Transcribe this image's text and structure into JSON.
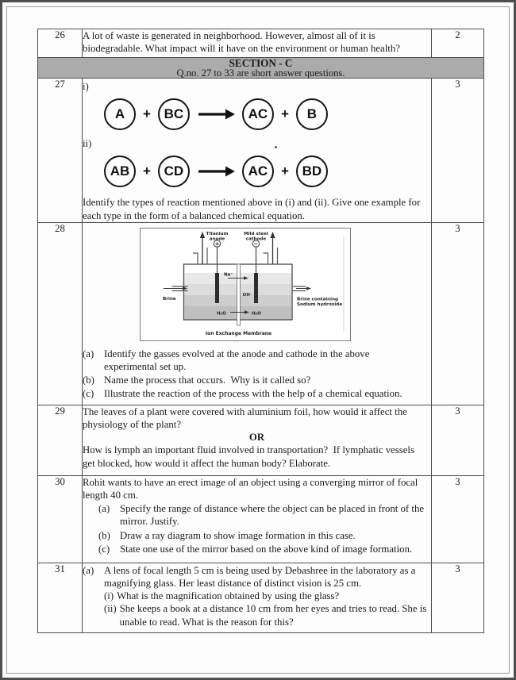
{
  "colors": {
    "section_band": "#ababab",
    "table_border": "#4e4e4e",
    "page_border": "#4f4f4f"
  },
  "section": {
    "title": "SECTION - C",
    "subtitle": "Q.no. 27 to 33 are short answer questions."
  },
  "q26": {
    "number": "26",
    "marks": "2",
    "lines": [
      "A lot of waste is generated in neighborhood. However, almost all of it is",
      "biodegradable. What impact will it have on the environment or human health?"
    ]
  },
  "q27": {
    "number": "27",
    "marks": "3",
    "label_i": "i)",
    "label_ii": "ii)",
    "rxn1": {
      "t1": "A",
      "p1": "+",
      "t2": "BC",
      "t3": "AC",
      "p2": "+",
      "t4": "B"
    },
    "rxn2": {
      "t1": "AB",
      "p1": "+",
      "t2": "CD",
      "t3": "AC",
      "p2": "+",
      "t4": "BD"
    },
    "lines": [
      "Identify the types of reaction mentioned above in (i) and (ii). Give one example for",
      "each type in the form of a balanced chemical equation."
    ]
  },
  "q28": {
    "number": "28",
    "marks": "3",
    "diagram": {
      "anode_line1": "Titanium",
      "anode_line2": "anode",
      "anode_sign": "+",
      "cathode_line1": "Mild steel",
      "cathode_line2": "cathode",
      "cathode_sign": "−",
      "na": "Na⁺",
      "oh": "OH⁻",
      "h2o_left": "H₂O",
      "h2o_right": "H₂O",
      "brine_in": "Brine",
      "brine_out_line1": "Brine containing",
      "brine_out_line2": "Sodium hydroxide",
      "membrane": "Ion Exchange Membrane"
    },
    "items": [
      {
        "marker": "(a)",
        "lines": [
          "Identify the gasses evolved at the anode and cathode in the above",
          "experimental set up."
        ]
      },
      {
        "marker": "(b)",
        "lines": [
          "Name the process that occurs.  Why is it called so?"
        ]
      },
      {
        "marker": "(c)",
        "lines": [
          "Illustrate the reaction of the process with the help of a chemical equation."
        ]
      }
    ]
  },
  "q29": {
    "number": "29",
    "marks": "3",
    "lines_top": [
      "The leaves of a plant were covered with aluminium foil, how would it affect the",
      "physiology of the plant?"
    ],
    "or_label": "OR",
    "lines_bottom": [
      "How is lymph an important fluid involved in transportation?  If lymphatic vessels",
      "get blocked, how would it affect the human body? Elaborate."
    ]
  },
  "q30": {
    "number": "30",
    "marks": "3",
    "intro_lines": [
      "Rohit wants to have an erect image of an object using a converging mirror of focal",
      "length 40 cm."
    ],
    "items": [
      {
        "marker": "(a)",
        "lines": [
          "Specify the range of distance where the object can be placed in front of the",
          "mirror. Justify."
        ]
      },
      {
        "marker": "(b)",
        "lines": [
          "Draw a ray diagram to show image formation in this case."
        ]
      },
      {
        "marker": "(c)",
        "lines": [
          "State one use of the mirror based on the above kind of image formation."
        ]
      }
    ]
  },
  "q31": {
    "number": "31",
    "marks": "3",
    "item_a": {
      "marker": "(a)",
      "lines": [
        "A lens of focal length 5 cm is being used by Debashree in the laboratory as a",
        "magnifying glass. Her least distance of distinct vision is 25 cm."
      ]
    },
    "item_i": {
      "marker": "(i)",
      "lines": [
        "What is the magnification obtained by using the glass?"
      ]
    },
    "item_ii": {
      "marker": "(ii)",
      "lines": [
        "She keeps a book at a distance 10 cm from her eyes and tries to read. She is",
        "unable to read. What is the reason for this?"
      ]
    }
  }
}
